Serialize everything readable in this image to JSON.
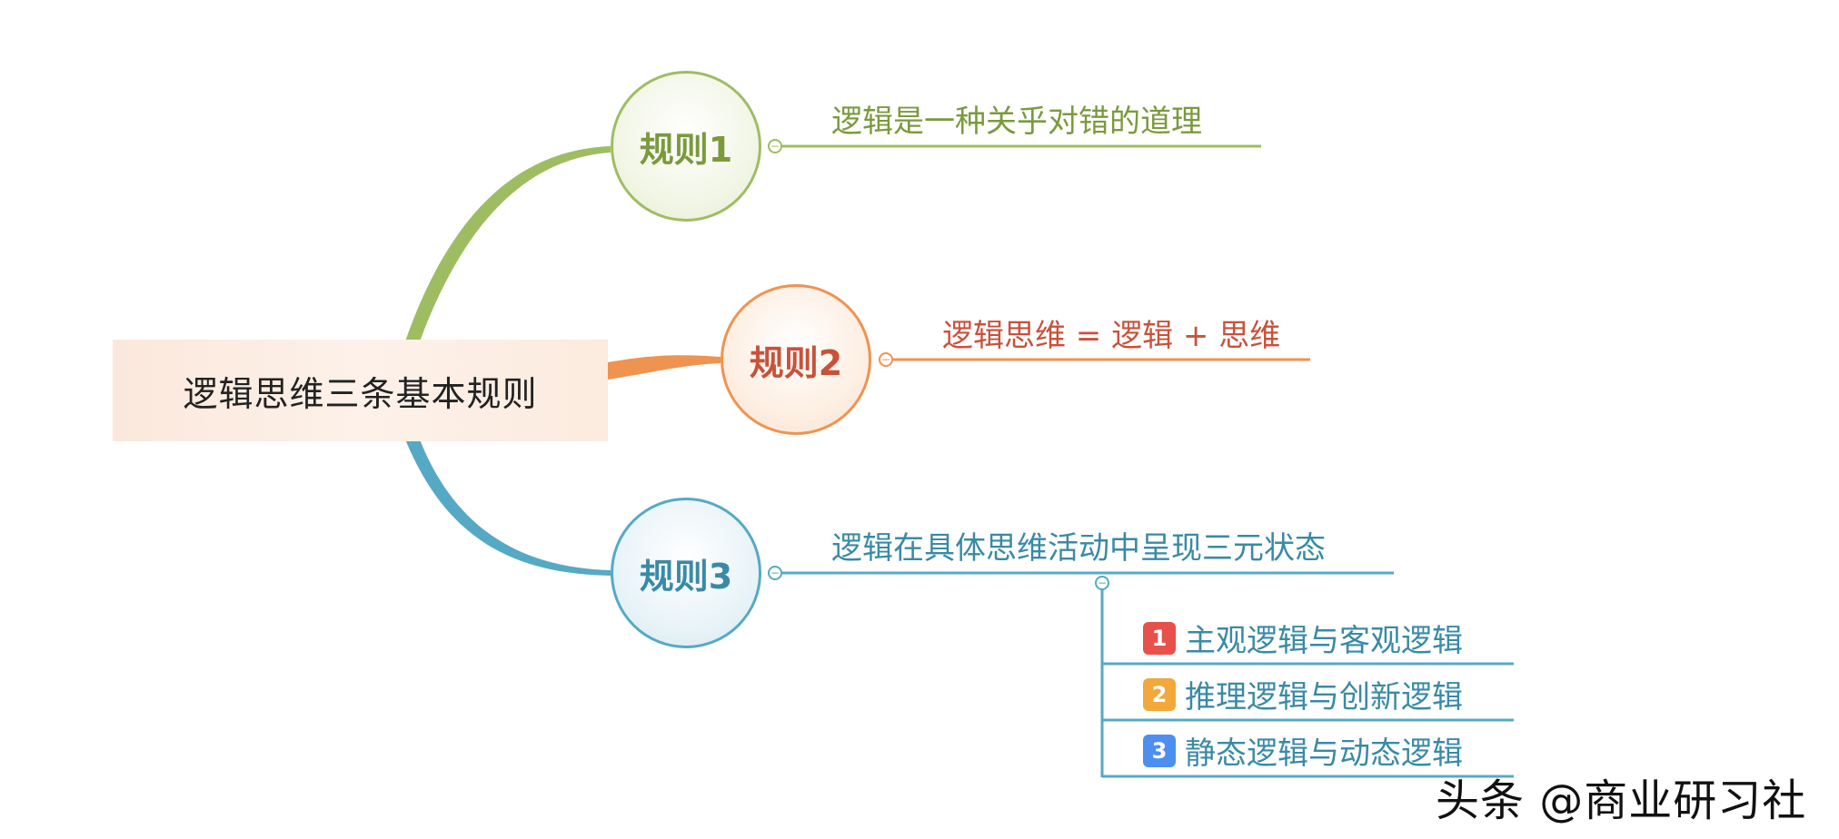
{
  "root": {
    "label": "逻辑思维三条基本规则"
  },
  "rules": [
    {
      "label": "规则1",
      "text": "逻辑是一种关乎对错的道理",
      "color": "#9ebd63"
    },
    {
      "label": "规则2",
      "text": "逻辑思维 = 逻辑 + 思维",
      "color": "#ef9350"
    },
    {
      "label": "规则3",
      "text": "逻辑在具体思维活动中呈现三元状态",
      "color": "#56a9c4"
    }
  ],
  "sub_items": [
    {
      "number": "1",
      "text": "主观逻辑与客观逻辑",
      "badge_color": "#e8504b"
    },
    {
      "number": "2",
      "text": "推理逻辑与创新逻辑",
      "badge_color": "#f2a83a"
    },
    {
      "number": "3",
      "text": "静态逻辑与动态逻辑",
      "badge_color": "#4d8ff0"
    }
  ],
  "collapse_symbol": "−",
  "watermark": "头条 @商业研习社"
}
